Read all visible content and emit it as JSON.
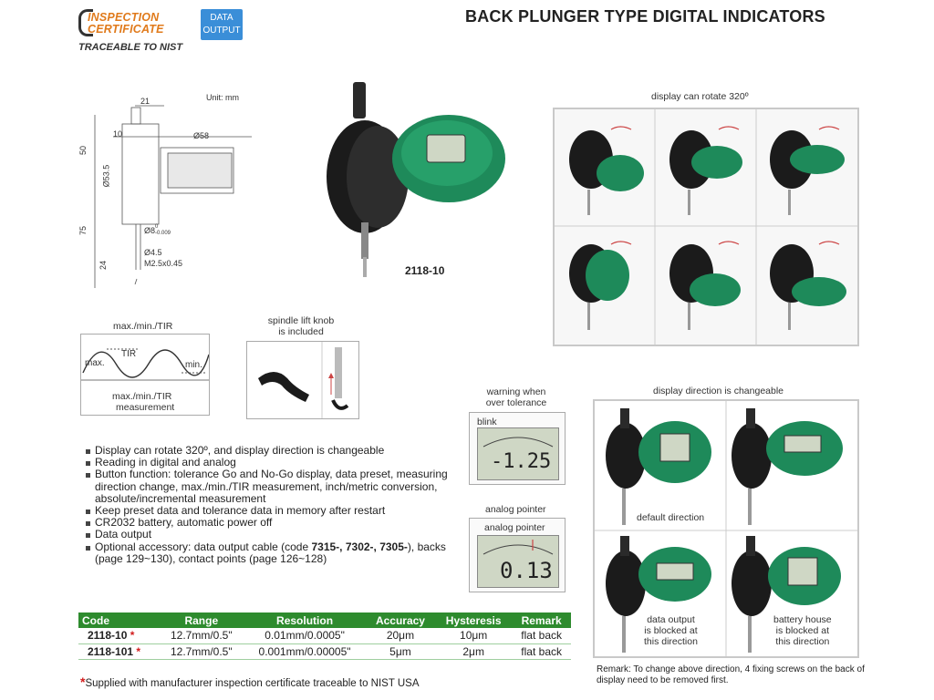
{
  "header": {
    "cert_line1": "INSPECTION",
    "cert_line2": "CERTIFICATE",
    "cert_nist": "TRACEABLE TO NIST",
    "data_badge_line1": "DATA",
    "data_badge_line2": "OUTPUT",
    "title": "BACK PLUNGER TYPE DIGITAL INDICATORS"
  },
  "drawing": {
    "unit": "Unit: mm",
    "dims": [
      "21",
      "10",
      "Ø58",
      "50",
      "Ø53.5",
      "75",
      "24",
      "Ø8",
      "0",
      "-0.009",
      "Ø4.5",
      "M2.5x0.45"
    ]
  },
  "product": {
    "model": "2118-10"
  },
  "captions": {
    "rotate": "display can rotate 320º",
    "mmt_title": "max./min./TIR",
    "mmt_max": "max.",
    "mmt_tir": "TIR",
    "mmt_min": "min.",
    "mmt_caption1": "max./min./TIR",
    "mmt_caption2": "measurement",
    "spindle1": "spindle lift knob",
    "spindle2": "is included",
    "warning1": "warning when",
    "warning2": "over tolerance",
    "blink": "blink",
    "lcd1_value": "-1.25",
    "analog_title": "analog pointer",
    "analog_inner": "analog pointer",
    "lcd2_value": "0.13",
    "direction_title": "display direction is changeable",
    "default_dir": "default direction",
    "blocked_data1": "data output",
    "blocked_data2": "is blocked at",
    "blocked_data3": "this direction",
    "blocked_batt1": "battery house",
    "blocked_batt2": "is blocked at",
    "blocked_batt3": "this direction"
  },
  "features": [
    "Display can rotate 320º, and display direction is changeable",
    "Reading in digital and analog",
    "Button function: tolerance Go and No-Go display, data preset, measuring direction change, max./min./TIR measurement, inch/metric conversion, absolute/incremental measurement",
    "Keep preset data and tolerance data in memory after restart",
    "CR2032 battery, automatic power off",
    "Data output"
  ],
  "accessory": {
    "prefix": "Optional accessory: data output cable (code ",
    "codes": "7315-, 7302-, 7305-",
    "suffix": "), backs (page 129~130), contact points (page 126~128)"
  },
  "table": {
    "headers": [
      "Code",
      "Range",
      "Resolution",
      "Accuracy",
      "Hysteresis",
      "Remark"
    ],
    "rows": [
      [
        "2118-10",
        "12.7mm/0.5\"",
        "0.01mm/0.0005\"",
        "20μm",
        "10μm",
        "flat back"
      ],
      [
        "2118-101",
        "12.7mm/0.5\"",
        "0.001mm/0.00005\"",
        "5μm",
        "2μm",
        "flat back"
      ]
    ],
    "star": "*"
  },
  "footnote": "Supplied with manufacturer inspection certificate traceable to NIST USA",
  "remark": "Remark: To change above direction, 4 fixing screws on the back of display need to be removed first.",
  "colors": {
    "green": "#2e8b2e",
    "accent_red": "#d21c1c",
    "cert_orange": "#e07a1b",
    "badge_blue": "#3a8ed8"
  }
}
